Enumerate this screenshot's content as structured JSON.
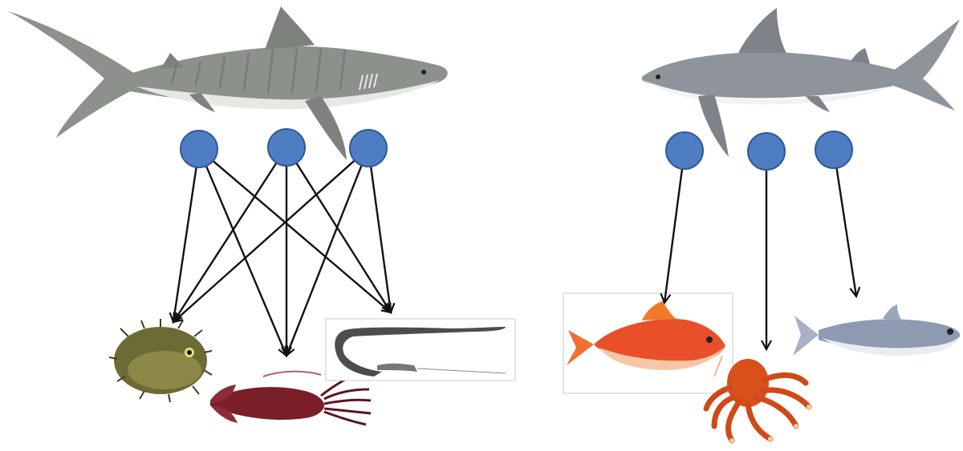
{
  "diagram": {
    "predators": [
      {
        "id": "left",
        "icon": "tiger-shark-illustration",
        "colors": {
          "body": "#8c918c",
          "belly": "#e6e8e4",
          "stripe": "#6c716c"
        }
      },
      {
        "id": "right",
        "icon": "bull-shark-illustration",
        "colors": {
          "body": "#8f939a",
          "belly": "#f1f2f4"
        }
      }
    ],
    "nodes": [
      {
        "id": "L1",
        "group": "left"
      },
      {
        "id": "L2",
        "group": "left"
      },
      {
        "id": "L3",
        "group": "left"
      },
      {
        "id": "R1",
        "group": "right"
      },
      {
        "id": "R2",
        "group": "right"
      },
      {
        "id": "R3",
        "group": "right"
      }
    ],
    "prey": [
      {
        "id": "pufferfish",
        "icon": "pufferfish-icon",
        "group": "left"
      },
      {
        "id": "squid",
        "icon": "squid-icon",
        "group": "left"
      },
      {
        "id": "pipefish",
        "icon": "pipefish-icon",
        "group": "left"
      },
      {
        "id": "goatfish",
        "icon": "goatfish-icon",
        "group": "right"
      },
      {
        "id": "octopus",
        "icon": "octopus-icon",
        "group": "right"
      },
      {
        "id": "silver-fish",
        "icon": "silver-fish-icon",
        "group": "right"
      }
    ],
    "edges": [
      {
        "from": "L1",
        "to": "pufferfish"
      },
      {
        "from": "L1",
        "to": "squid"
      },
      {
        "from": "L1",
        "to": "pipefish"
      },
      {
        "from": "L2",
        "to": "pufferfish"
      },
      {
        "from": "L2",
        "to": "squid"
      },
      {
        "from": "L2",
        "to": "pipefish"
      },
      {
        "from": "L3",
        "to": "pufferfish"
      },
      {
        "from": "L3",
        "to": "squid"
      },
      {
        "from": "L3",
        "to": "pipefish"
      },
      {
        "from": "R1",
        "to": "goatfish"
      },
      {
        "from": "R2",
        "to": "octopus"
      },
      {
        "from": "R3",
        "to": "silver-fish"
      }
    ],
    "colors": {
      "node": "#4f7dc2",
      "arrow": "#111111"
    }
  }
}
